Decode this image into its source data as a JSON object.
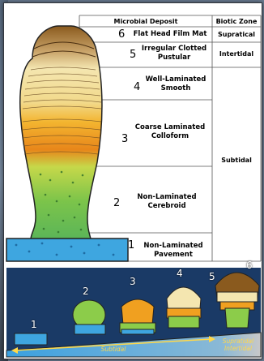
{
  "table": {
    "header_deposit": "Microbial Deposit",
    "header_zone": "Biotic Zone",
    "rows": [
      {
        "num": "6",
        "text": "Flat Head Film Mat",
        "zone": "Supratical"
      },
      {
        "num": "5",
        "text": "Irregular Clotted Pustular",
        "zone": "Intertidal"
      },
      {
        "num": "4",
        "text": "Well-Laminated Smooth",
        "zone": ""
      },
      {
        "num": "3",
        "text": "Coarse Laminated Colloform",
        "zone": "Subtidal"
      },
      {
        "num": "2",
        "text": "Non-Laminated Cerebroid",
        "zone": ""
      },
      {
        "num": "1",
        "text": "Non-Laminated Pavement",
        "zone": ""
      }
    ]
  },
  "sequence": {
    "stages": [
      "1",
      "2",
      "3",
      "4",
      "5",
      "6"
    ],
    "ramp_left": "Subtidal",
    "ramp_right_top": "Supratidal",
    "ramp_right_bottom": "Intertidal"
  },
  "colors": {
    "cap_brown": "#8a5a1e",
    "laminated_cream": "#f4e6b0",
    "colloform_orange": "#f0a020",
    "cerebroid_green": "#8ccc4a",
    "pavement_blue": "#3ea6e0"
  }
}
